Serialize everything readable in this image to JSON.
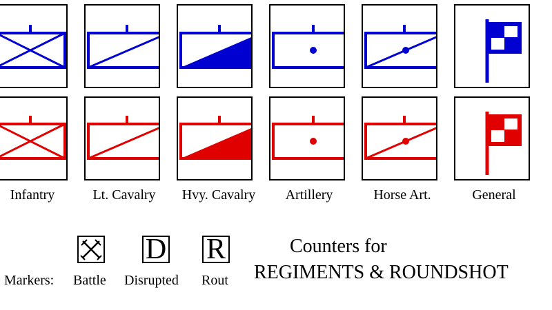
{
  "colors": {
    "blue_side": "#0000d0",
    "red_side": "#e00000",
    "border": "#000000"
  },
  "units": [
    {
      "type": "infantry",
      "label": "Infantry"
    },
    {
      "type": "light-cavalry",
      "label": "Lt. Cavalry"
    },
    {
      "type": "heavy-cavalry",
      "label": "Hvy. Cavalry"
    },
    {
      "type": "artillery",
      "label": "Artillery"
    },
    {
      "type": "horse-artillery",
      "label": "Horse Art."
    },
    {
      "type": "general",
      "label": "General"
    }
  ],
  "markers": {
    "prefix": "Markers:",
    "battle": {
      "symbol_icon": "crossed-swords-icon",
      "label": "Battle"
    },
    "disrupted": {
      "symbol": "D",
      "label": "Disrupted"
    },
    "rout": {
      "symbol": "R",
      "label": "Rout"
    }
  },
  "title": {
    "line1": "Counters for",
    "line2": "REGIMENTS & ROUNDSHOT"
  }
}
